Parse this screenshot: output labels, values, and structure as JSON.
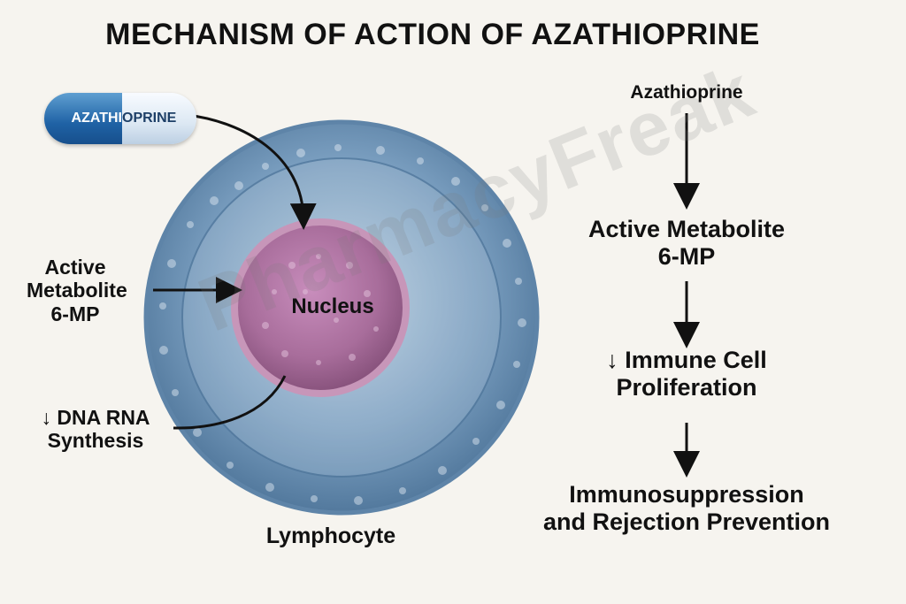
{
  "title": "MECHANISM OF ACTION OF AZATHIOPRINE",
  "watermark": "PharmacyFreak",
  "pill": {
    "left_text": "AZATHI",
    "right_text": "OPRINE"
  },
  "cell": {
    "nucleus_label": "Nucleus",
    "cell_label": "Lymphocyte"
  },
  "left_labels": {
    "metabolite": [
      "Active",
      "Metabolite",
      "6-MP"
    ],
    "synthesis": [
      "↓ DNA RNA",
      "Synthesis"
    ]
  },
  "flow": {
    "step1": "Azathioprine",
    "step2": [
      "Active Metabolite",
      "6-MP"
    ],
    "step3": [
      "↓ Immune Cell",
      "Proliferation"
    ],
    "step4": [
      "Immunosuppression",
      "and Rejection Prevention"
    ]
  },
  "colors": {
    "background": "#f6f4ef",
    "cell_outer": "#6e95b8",
    "cell_inner": "#8fb0cd",
    "nucleus": "#b57aa6",
    "arrow": "#111111"
  }
}
